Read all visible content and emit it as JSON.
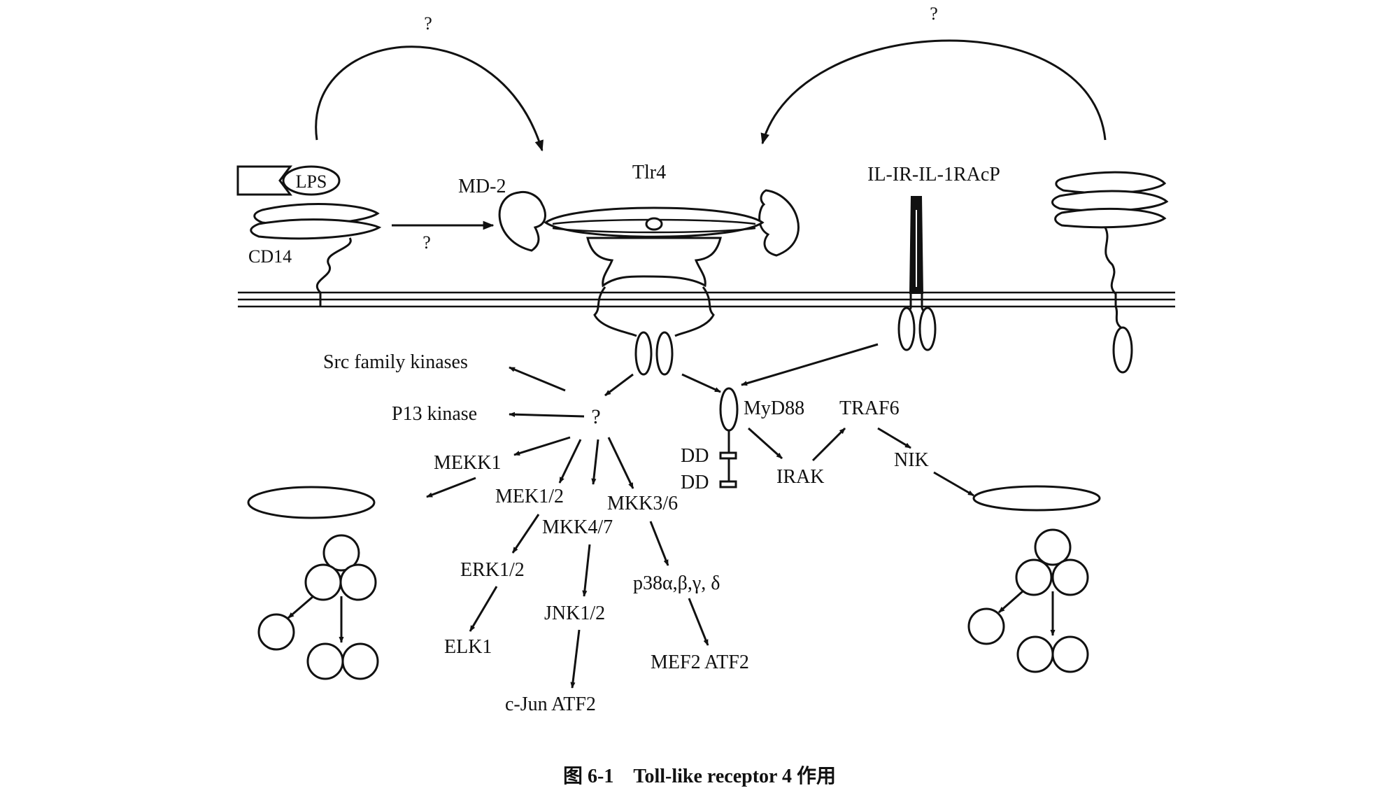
{
  "labels": {
    "q_top_left": "?",
    "q_top_right": "?",
    "q_cd14_md2": "?",
    "lps": "LPS",
    "md2": "MD-2",
    "tlr4": "Tlr4",
    "il1r": "IL-IR-IL-1RAcP",
    "cd14": "CD14",
    "src": "Src   family kinases",
    "p13": "P13  kinase",
    "q_center": "?",
    "myd88": "MyD88",
    "traf6": "TRAF6",
    "dd1": "DD",
    "dd2": "DD",
    "irak": "IRAK",
    "nik": "NIK",
    "mekk1": "MEKK1",
    "mek12": "MEK1/2",
    "mkk36": "MKK3/6",
    "mkk47": "MKK4/7",
    "erk12": "ERK1/2",
    "p38": "p38α,β,γ, δ",
    "jnk12": "JNK1/2",
    "elk1": "ELK1",
    "mef2atf2": "MEF2  ATF2",
    "cjunatf2": "c-Jun  ATF2"
  },
  "caption": "图 6-1    Toll-like receptor 4 作用"
}
